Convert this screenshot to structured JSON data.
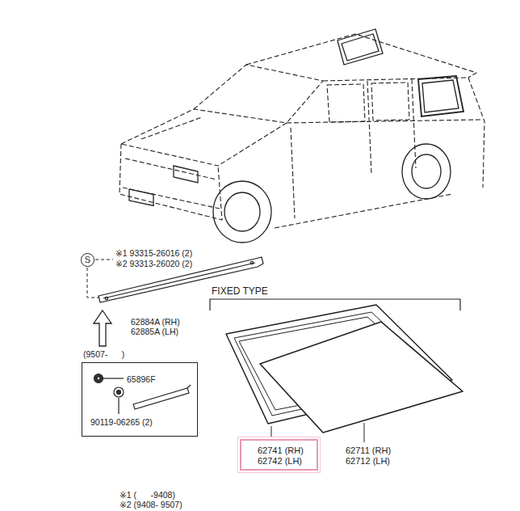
{
  "diagram": {
    "nodes": [
      {
        "text": [
          "S"
        ]
      },
      {
        "text": [
          "(9507-      )",
          "65896F",
          "90119-06265 (2)"
        ]
      },
      {
        "text": [
          "62741 (RH)",
          "62742 (LH)"
        ]
      }
    ],
    "labels": [
      "※1 93315-26016 (2)",
      "※2 93313-26020 (2)",
      "62884A (RH)",
      "62885A (LH)",
      "FIXED TYPE",
      "62711 (RH)",
      "62712 (LH)",
      "※1 (      -9408)",
      "※2 (9408- 9507)"
    ]
  }
}
